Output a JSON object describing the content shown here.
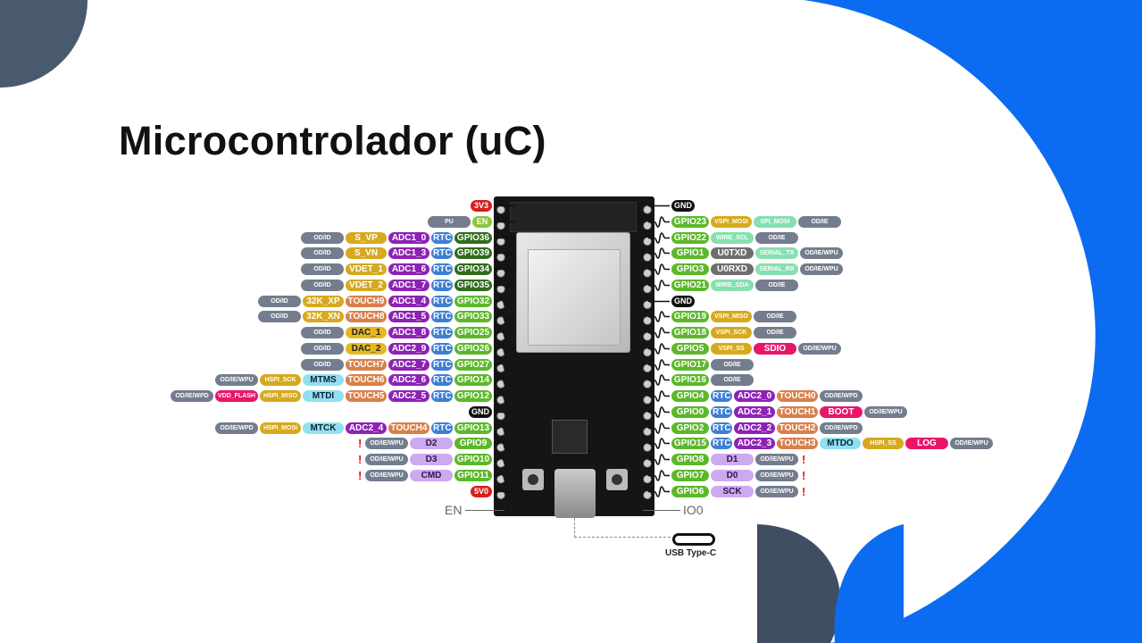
{
  "slide": {
    "title": "Microcontrolador (uC)"
  },
  "colors": {
    "accent_blue": "#0b6cf2",
    "slate": "#4a5a6e"
  },
  "board": {
    "en_label": "EN",
    "io0_label": "IO0",
    "usb_label": "USB Type-C"
  },
  "left_pins": [
    {
      "c": "line",
      "p": [
        [
          "3V3",
          "p"
        ]
      ]
    },
    {
      "c": "line",
      "p": [
        [
          "EN",
          "e"
        ],
        [
          "PU",
          "o"
        ]
      ]
    },
    {
      "c": "arrow",
      "p": [
        [
          "GPIO36",
          "gi"
        ],
        [
          "RTC",
          "r"
        ],
        [
          "ADC1_0",
          "a"
        ],
        [
          "S_VP",
          "f"
        ],
        [
          "OD/ID",
          "o"
        ]
      ]
    },
    {
      "c": "arrow",
      "p": [
        [
          "GPIO39",
          "gi"
        ],
        [
          "RTC",
          "r"
        ],
        [
          "ADC1_3",
          "a"
        ],
        [
          "S_VN",
          "f"
        ],
        [
          "OD/ID",
          "o"
        ]
      ]
    },
    {
      "c": "arrow",
      "p": [
        [
          "GPIO34",
          "gi"
        ],
        [
          "RTC",
          "r"
        ],
        [
          "ADC1_6",
          "a"
        ],
        [
          "VDET_1",
          "f"
        ],
        [
          "OD/ID",
          "o"
        ]
      ]
    },
    {
      "c": "arrow",
      "p": [
        [
          "GPIO35",
          "gi"
        ],
        [
          "RTC",
          "r"
        ],
        [
          "ADC1_7",
          "a"
        ],
        [
          "VDET_2",
          "f"
        ],
        [
          "OD/ID",
          "o"
        ]
      ]
    },
    {
      "c": "wave",
      "p": [
        [
          "GPIO32",
          "g"
        ],
        [
          "RTC",
          "r"
        ],
        [
          "ADC1_4",
          "a"
        ],
        [
          "TOUCH9",
          "t"
        ],
        [
          "32K_XP",
          "f"
        ],
        [
          "OD/ID",
          "o"
        ]
      ]
    },
    {
      "c": "wave",
      "p": [
        [
          "GPIO33",
          "g"
        ],
        [
          "RTC",
          "r"
        ],
        [
          "ADC1_5",
          "a"
        ],
        [
          "TOUCH8",
          "t"
        ],
        [
          "32K_XN",
          "f"
        ],
        [
          "OD/ID",
          "o"
        ]
      ]
    },
    {
      "c": "wave",
      "p": [
        [
          "GPIO25",
          "g"
        ],
        [
          "RTC",
          "r"
        ],
        [
          "ADC1_8",
          "a"
        ],
        [
          "DAC_1",
          "fd"
        ],
        [
          "OD/ID",
          "o"
        ]
      ]
    },
    {
      "c": "wave",
      "p": [
        [
          "GPIO26",
          "g"
        ],
        [
          "RTC",
          "r"
        ],
        [
          "ADC2_9",
          "a"
        ],
        [
          "DAC_2",
          "fd"
        ],
        [
          "OD/ID",
          "o"
        ]
      ]
    },
    {
      "c": "wave",
      "p": [
        [
          "GPIO27",
          "g"
        ],
        [
          "RTC",
          "r"
        ],
        [
          "ADC2_7",
          "a"
        ],
        [
          "TOUCH7",
          "t"
        ],
        [
          "OD/ID",
          "o"
        ]
      ]
    },
    {
      "c": "wave",
      "p": [
        [
          "GPIO14",
          "g"
        ],
        [
          "RTC",
          "r"
        ],
        [
          "ADC2_6",
          "a"
        ],
        [
          "TOUCH6",
          "t"
        ],
        [
          "MTMS",
          "m"
        ],
        [
          "HSPI_SCK",
          "fs"
        ],
        [
          "OD/IE/WPU",
          "o"
        ]
      ]
    },
    {
      "c": "wave",
      "p": [
        [
          "GPIO12",
          "g"
        ],
        [
          "RTC",
          "r"
        ],
        [
          "ADC2_5",
          "a"
        ],
        [
          "TOUCH5",
          "t"
        ],
        [
          "MTDI",
          "m"
        ],
        [
          "HSPI_MISO",
          "fs"
        ],
        [
          "VDD_FLASH",
          "xs"
        ],
        [
          "OD/IE/WPD",
          "o"
        ]
      ]
    },
    {
      "c": "line",
      "p": [
        [
          "GND",
          "k"
        ]
      ]
    },
    {
      "c": "wave",
      "p": [
        [
          "GPIO13",
          "g"
        ],
        [
          "RTC",
          "r"
        ],
        [
          "TOUCH4",
          "t"
        ],
        [
          "ADC2_4",
          "a"
        ],
        [
          "MTCK",
          "m"
        ],
        [
          "HSPI_MOSI",
          "fs"
        ],
        [
          "OD/IE/WPD",
          "o"
        ]
      ]
    },
    {
      "c": "wave",
      "p": [
        [
          "GPIO9",
          "g"
        ],
        [
          "D2",
          "s"
        ],
        [
          "OD/IE/WPU",
          "o"
        ],
        [
          "!",
          "warn"
        ]
      ]
    },
    {
      "c": "wave",
      "p": [
        [
          "GPIO10",
          "g"
        ],
        [
          "D3",
          "s"
        ],
        [
          "OD/IE/WPU",
          "o"
        ],
        [
          "!",
          "warn"
        ]
      ]
    },
    {
      "c": "wave",
      "p": [
        [
          "GPIO11",
          "g"
        ],
        [
          "CMD",
          "s"
        ],
        [
          "OD/IE/WPU",
          "o"
        ],
        [
          "!",
          "warn"
        ]
      ]
    },
    {
      "c": "line",
      "p": [
        [
          "5V0",
          "p"
        ]
      ]
    }
  ],
  "right_pins": [
    {
      "c": "line",
      "p": [
        [
          "GND",
          "k"
        ]
      ]
    },
    {
      "c": "wave",
      "p": [
        [
          "GPIO23",
          "g"
        ],
        [
          "VSPI_MOSI",
          "fs"
        ],
        [
          "SPI_MOSI",
          "w"
        ],
        [
          "OD/IE",
          "o"
        ]
      ]
    },
    {
      "c": "wave",
      "p": [
        [
          "GPIO22",
          "g"
        ],
        [
          "WIRE_SCL",
          "w"
        ],
        [
          "OD/IE",
          "o"
        ]
      ]
    },
    {
      "c": "wave",
      "p": [
        [
          "GPIO1",
          "g"
        ],
        [
          "U0TXD",
          "u"
        ],
        [
          "SERIAL_TX",
          "w"
        ],
        [
          "OD/IE/WPU",
          "o"
        ]
      ]
    },
    {
      "c": "wave",
      "p": [
        [
          "GPIO3",
          "g"
        ],
        [
          "U0RXD",
          "u"
        ],
        [
          "SERIAL_RX",
          "w"
        ],
        [
          "OD/IE/WPU",
          "o"
        ]
      ]
    },
    {
      "c": "wave",
      "p": [
        [
          "GPIO21",
          "g"
        ],
        [
          "WIRE_SDA",
          "w"
        ],
        [
          "OD/IE",
          "o"
        ]
      ]
    },
    {
      "c": "line",
      "p": [
        [
          "GND",
          "k"
        ]
      ]
    },
    {
      "c": "wave",
      "p": [
        [
          "GPIO19",
          "g"
        ],
        [
          "VSPI_MISO",
          "fs"
        ],
        [
          "OD/IE",
          "o"
        ]
      ]
    },
    {
      "c": "wave",
      "p": [
        [
          "GPIO18",
          "g"
        ],
        [
          "VSPI_SCK",
          "fs"
        ],
        [
          "OD/IE",
          "o"
        ]
      ]
    },
    {
      "c": "wave",
      "p": [
        [
          "GPIO5",
          "g"
        ],
        [
          "VSPI_SS",
          "fs"
        ],
        [
          "SDIO",
          "x"
        ],
        [
          "OD/IE/WPU",
          "o"
        ]
      ]
    },
    {
      "c": "wave",
      "p": [
        [
          "GPIO17",
          "g"
        ],
        [
          "OD/IE",
          "o"
        ]
      ]
    },
    {
      "c": "wave",
      "p": [
        [
          "GPIO16",
          "g"
        ],
        [
          "OD/IE",
          "o"
        ]
      ]
    },
    {
      "c": "wave",
      "p": [
        [
          "GPIO4",
          "g"
        ],
        [
          "RTC",
          "r"
        ],
        [
          "ADC2_0",
          "a"
        ],
        [
          "TOUCH0",
          "t"
        ],
        [
          "OD/IE/WPD",
          "o"
        ]
      ]
    },
    {
      "c": "wave",
      "p": [
        [
          "GPIO0",
          "g"
        ],
        [
          "RTC",
          "r"
        ],
        [
          "ADC2_1",
          "a"
        ],
        [
          "TOUCH1",
          "t"
        ],
        [
          "BOOT",
          "x"
        ],
        [
          "OD/IE/WPU",
          "o"
        ]
      ]
    },
    {
      "c": "wave",
      "p": [
        [
          "GPIO2",
          "g"
        ],
        [
          "RTC",
          "r"
        ],
        [
          "ADC2_2",
          "a"
        ],
        [
          "TOUCH2",
          "t"
        ],
        [
          "OD/IE/WPD",
          "o"
        ]
      ]
    },
    {
      "c": "wave",
      "p": [
        [
          "GPIO15",
          "g"
        ],
        [
          "RTC",
          "r"
        ],
        [
          "ADC2_3",
          "a"
        ],
        [
          "TOUCH3",
          "t"
        ],
        [
          "MTDO",
          "m"
        ],
        [
          "HSPI_SS",
          "fs"
        ],
        [
          "LOG",
          "x"
        ],
        [
          "OD/IE/WPU",
          "o"
        ]
      ]
    },
    {
      "c": "wave",
      "p": [
        [
          "GPIO8",
          "g"
        ],
        [
          "D1",
          "s"
        ],
        [
          "OD/IE/WPU",
          "o"
        ],
        [
          "!",
          "warn"
        ]
      ]
    },
    {
      "c": "wave",
      "p": [
        [
          "GPIO7",
          "g"
        ],
        [
          "D0",
          "s"
        ],
        [
          "OD/IE/WPU",
          "o"
        ],
        [
          "!",
          "warn"
        ]
      ]
    },
    {
      "c": "wave",
      "p": [
        [
          "GPIO6",
          "g"
        ],
        [
          "SCK",
          "s"
        ],
        [
          "OD/IE/WPU",
          "o"
        ],
        [
          "!",
          "warn"
        ]
      ]
    }
  ]
}
